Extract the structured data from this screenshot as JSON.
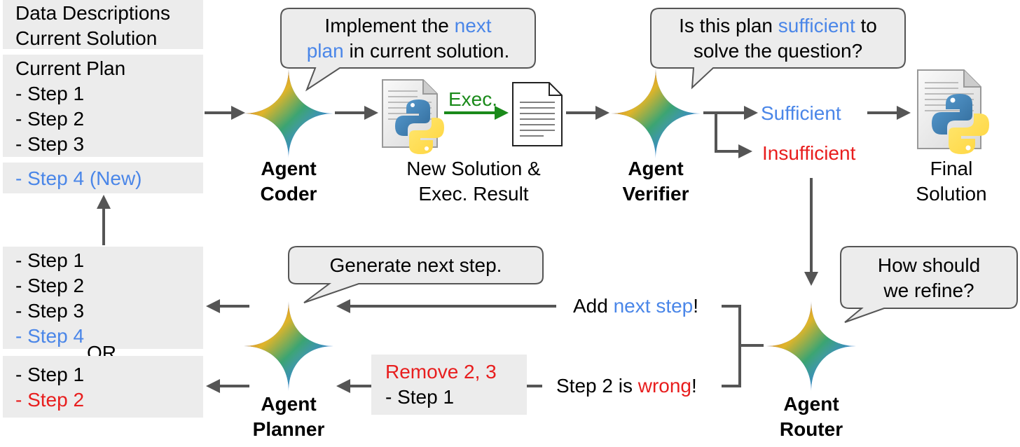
{
  "colors": {
    "blue": "#4a86e8",
    "red": "#e81e1e",
    "green": "#1a8a1a",
    "arrow": "#555555",
    "box": "#ececec"
  },
  "left_top_box": {
    "line1": "Data Descriptions",
    "line2": "Current Solution"
  },
  "current_plan_box": {
    "title": "Current Plan",
    "step1": "- Step 1",
    "step2": "- Step 2",
    "step3": "- Step 3"
  },
  "new_step_box": {
    "label": "- Step 4 (New)"
  },
  "option_a_box": {
    "step1": "- Step 1",
    "step2": "- Step 2",
    "step3": "- Step 3",
    "step4": "- Step 4"
  },
  "or_label": "OR",
  "option_b_box": {
    "step1": "- Step 1",
    "step2": "- Step 2"
  },
  "coder_bubble": {
    "t1": "Implement the ",
    "t2": "next",
    "t3": "plan",
    "t4": " in current solution."
  },
  "verifier_bubble": {
    "t1": "Is this plan ",
    "t2": "sufficient",
    "t3": " to",
    "t4": "solve the question?"
  },
  "planner_bubble": {
    "text": "Generate next step."
  },
  "router_bubble": {
    "line1": "How should",
    "line2": "we refine?"
  },
  "agents": {
    "coder": {
      "line1": "Agent",
      "line2": "Coder"
    },
    "verifier": {
      "line1": "Agent",
      "line2": "Verifier"
    },
    "planner": {
      "line1": "Agent",
      "line2": "Planner"
    },
    "router": {
      "line1": "Agent",
      "line2": "Router"
    }
  },
  "exec_label": "Exec.",
  "new_solution": {
    "line1": "New Solution &",
    "line2": "Exec. Result"
  },
  "sufficient": "Sufficient",
  "insufficient": "Insufficient",
  "final_solution": {
    "line1": "Final",
    "line2": "Solution"
  },
  "add_step": {
    "t1": "Add ",
    "t2": "next step",
    "t3": "!"
  },
  "wrong_step": {
    "t1": "Step 2 is ",
    "t2": "wrong",
    "t3": "!"
  },
  "remove_box": {
    "line1": "Remove 2, 3",
    "line2": "- Step 1"
  },
  "icons": [
    "gemini-star-icon",
    "python-file-icon",
    "document-icon"
  ]
}
